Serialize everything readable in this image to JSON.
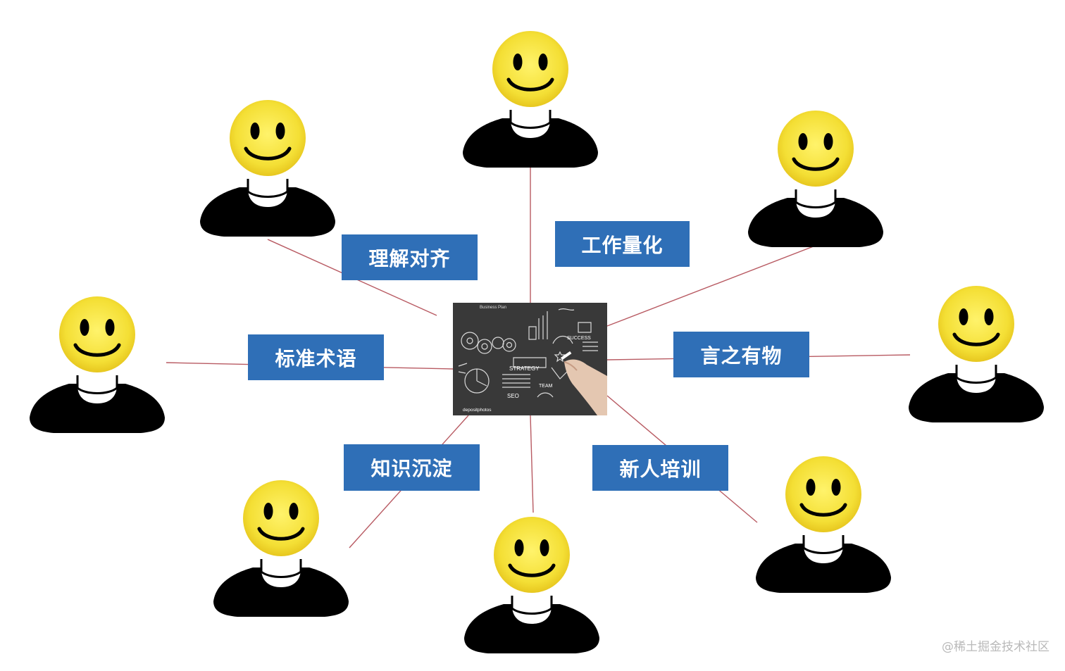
{
  "labels": {
    "top_left": "理解对齐",
    "top_right": "工作量化",
    "left": "标准术语",
    "right": "言之有物",
    "bottom_left": "知识沉淀",
    "bottom_right": "新人培训"
  },
  "center_image": {
    "title": "Business Plan",
    "strategy": "STRATEGY",
    "success": "SUCCESS",
    "team": "TEAM",
    "seo": "SEO",
    "brand": "depositphotos"
  },
  "watermark": "@稀土掘金技术社区",
  "colors": {
    "label_bg": "#2f6fb7",
    "connector": "#b85a62",
    "face": "#f7e44a",
    "body": "#000000"
  }
}
